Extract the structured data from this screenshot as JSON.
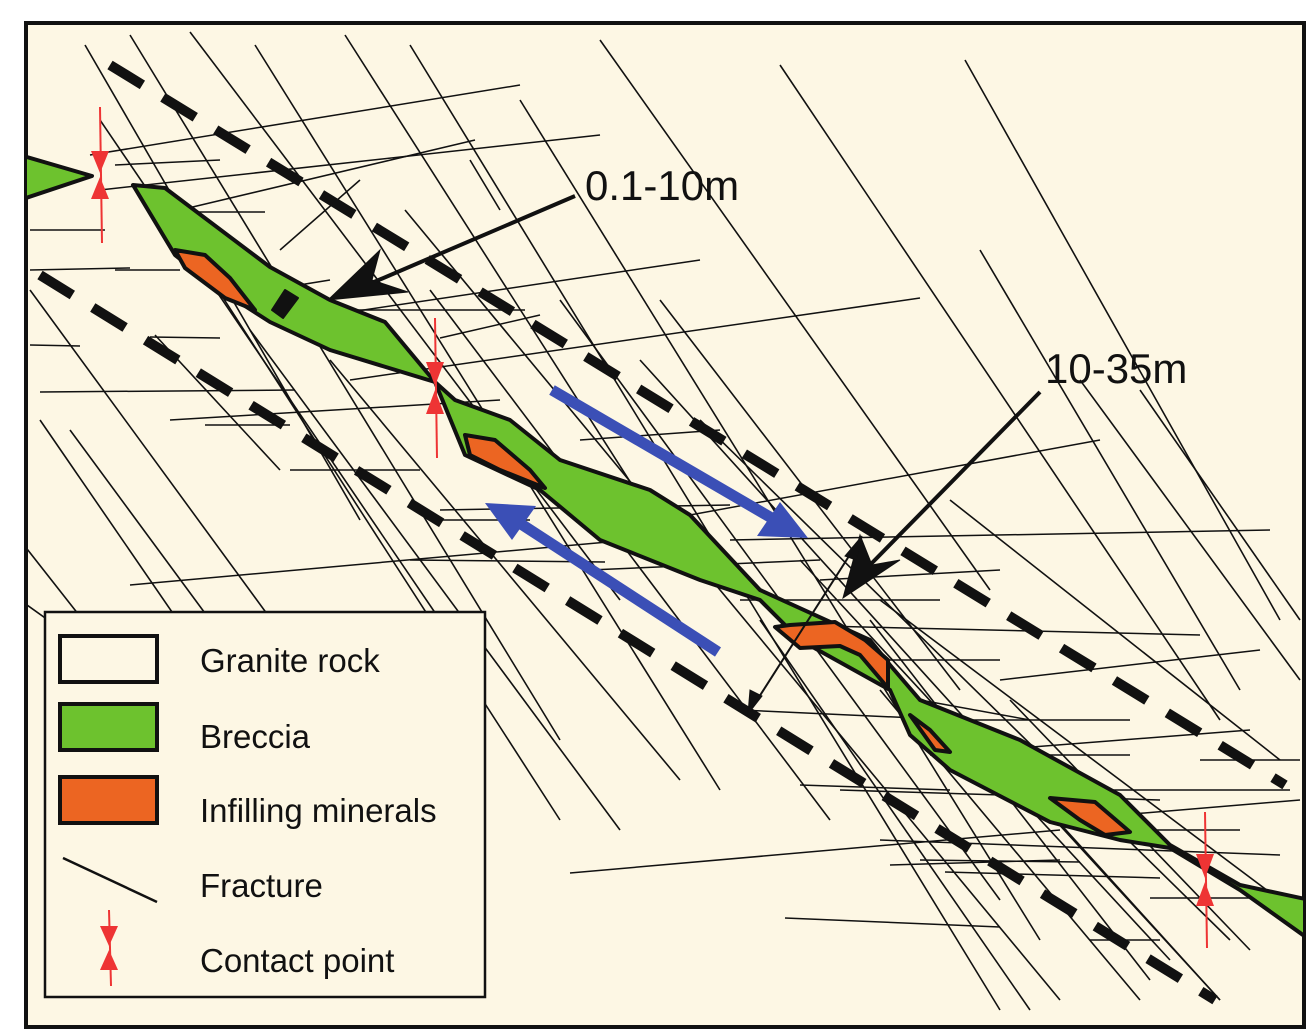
{
  "colors": {
    "granite": "#fdf7e4",
    "breccia": "#6dc22e",
    "infilling": "#ec6522",
    "motion_arrow": "#3b4fb6",
    "contact": "#ee3434",
    "line": "#111111"
  },
  "annotations": {
    "narrow_width": "0.1-10m",
    "zone_width": "10-35m"
  },
  "legend": {
    "items": [
      {
        "label": "Granite rock",
        "symbol": "granite-swatch"
      },
      {
        "label": "Breccia",
        "symbol": "breccia-swatch"
      },
      {
        "label": "Infilling minerals",
        "symbol": "infilling-swatch"
      },
      {
        "label": "Fracture",
        "symbol": "fracture-line-icon"
      },
      {
        "label": "Contact point",
        "symbol": "contact-point-icon"
      }
    ]
  }
}
